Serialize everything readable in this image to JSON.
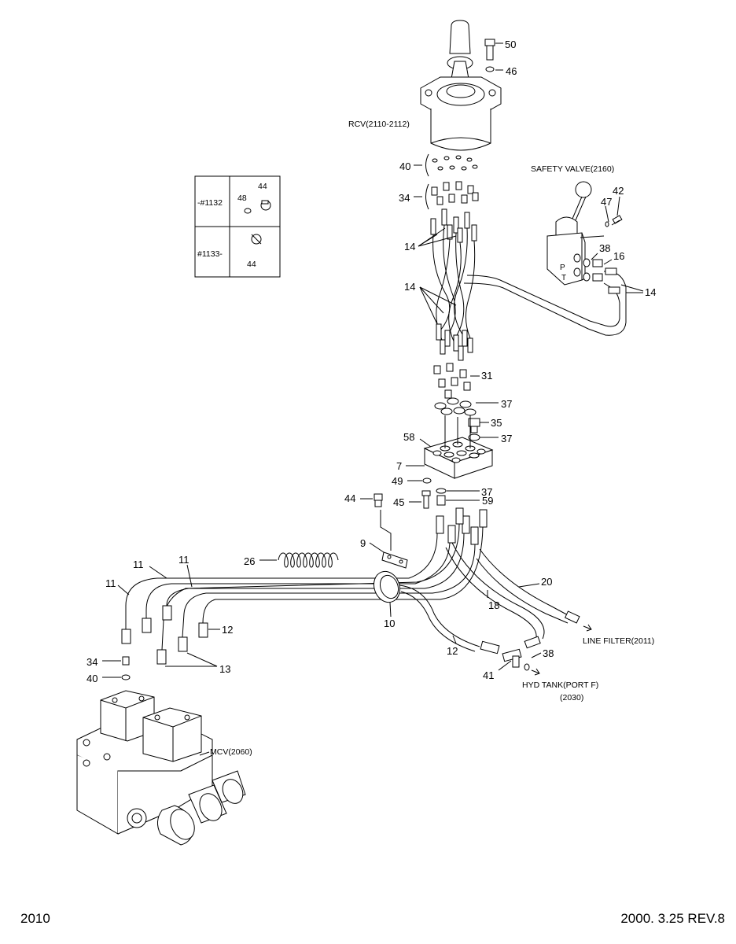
{
  "page_number": "2010",
  "revision": "2000. 3.25  REV.8",
  "assemblies": {
    "rcv": "RCV(2110-2112)",
    "safety_valve": "SAFETY VALVE(2160)",
    "line_filter": "LINE FILTER(2011)",
    "hyd_tank": "HYD TANK(PORT F)",
    "hyd_tank_code": "(2030)",
    "mcv": "MCV(2060)"
  },
  "port_letters": {
    "p": "P",
    "t": "T"
  },
  "inset": {
    "row1_serial": "-#1132",
    "row2_serial": "#1133-",
    "row1_parts": [
      "48",
      "44"
    ],
    "row2_parts": [
      "44"
    ]
  },
  "part_numbers": {
    "p50": "50",
    "p46": "46",
    "p40a": "40",
    "p34a": "34",
    "p42": "42",
    "p47": "47",
    "p38a": "38",
    "p16": "16",
    "p14a": "14",
    "p14b": "14",
    "p14c": "14",
    "p31": "31",
    "p37a": "37",
    "p35": "35",
    "p37b": "37",
    "p58": "58",
    "p7": "7",
    "p49": "49",
    "p37c": "37",
    "p44": "44",
    "p45": "45",
    "p59": "59",
    "p9": "9",
    "p26": "26",
    "p11a": "11",
    "p11b": "11",
    "p11c": "11",
    "p20": "20",
    "p12a": "12",
    "p18": "18",
    "p10": "10",
    "p12b": "12",
    "p38b": "38",
    "p13": "13",
    "p34b": "34",
    "p40b": "40",
    "p41": "41"
  }
}
